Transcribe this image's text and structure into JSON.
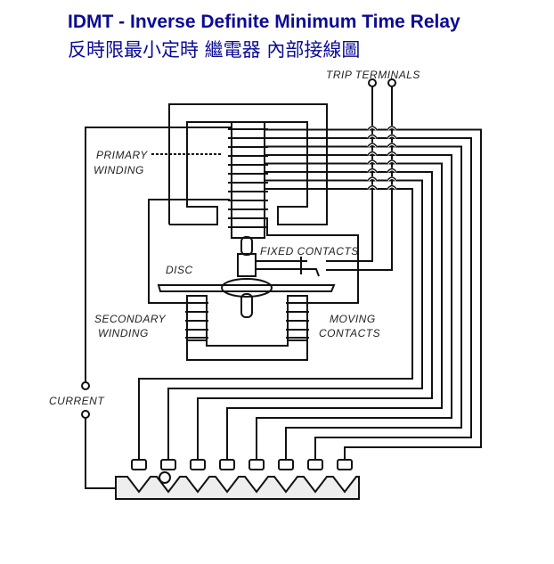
{
  "header": {
    "title": "IDMT - Inverse Definite Minimum Time Relay",
    "subtitle": "反時限最小定時 繼電器 內部接線圖"
  },
  "diagram": {
    "labels": {
      "trip_terminals": "TRIP TERMINALS",
      "primary_winding_1": "PRIMARY",
      "primary_winding_2": "WINDING",
      "fixed_contacts": "FIXED CONTACTS",
      "disc": "DISC",
      "secondary_winding_1": "SECONDARY",
      "secondary_winding_2": "WINDING",
      "moving_contacts_1": "MOVING",
      "moving_contacts_2": "CONTACTS",
      "current": "CURRENT"
    },
    "plug_count": 8
  }
}
